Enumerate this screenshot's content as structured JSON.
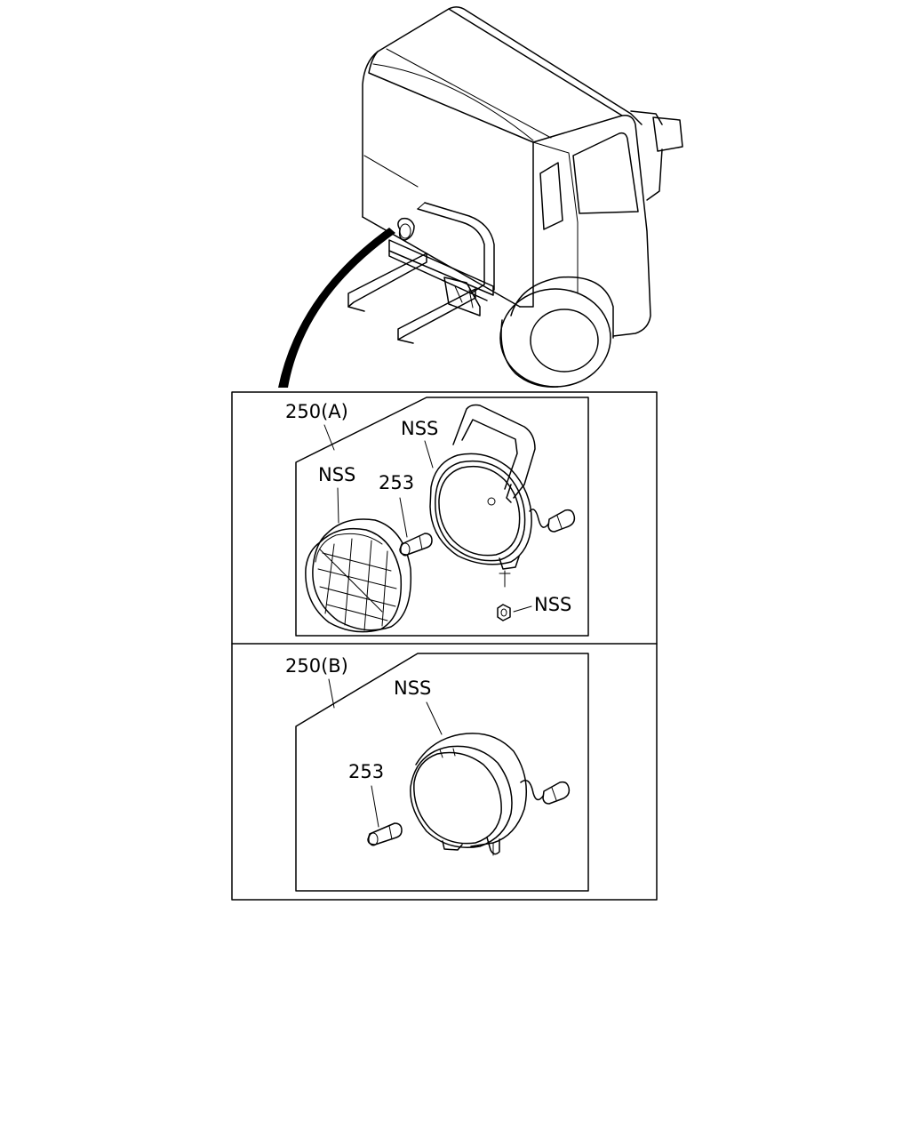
{
  "callouts": {
    "assembly_a": "250(A)",
    "assembly_b": "250(B)",
    "a_lens_nss": "NSS",
    "a_housing_nss": "NSS",
    "a_bulb": "253",
    "a_nut_nss": "NSS",
    "b_lamp_nss": "NSS",
    "b_bulb": "253"
  }
}
